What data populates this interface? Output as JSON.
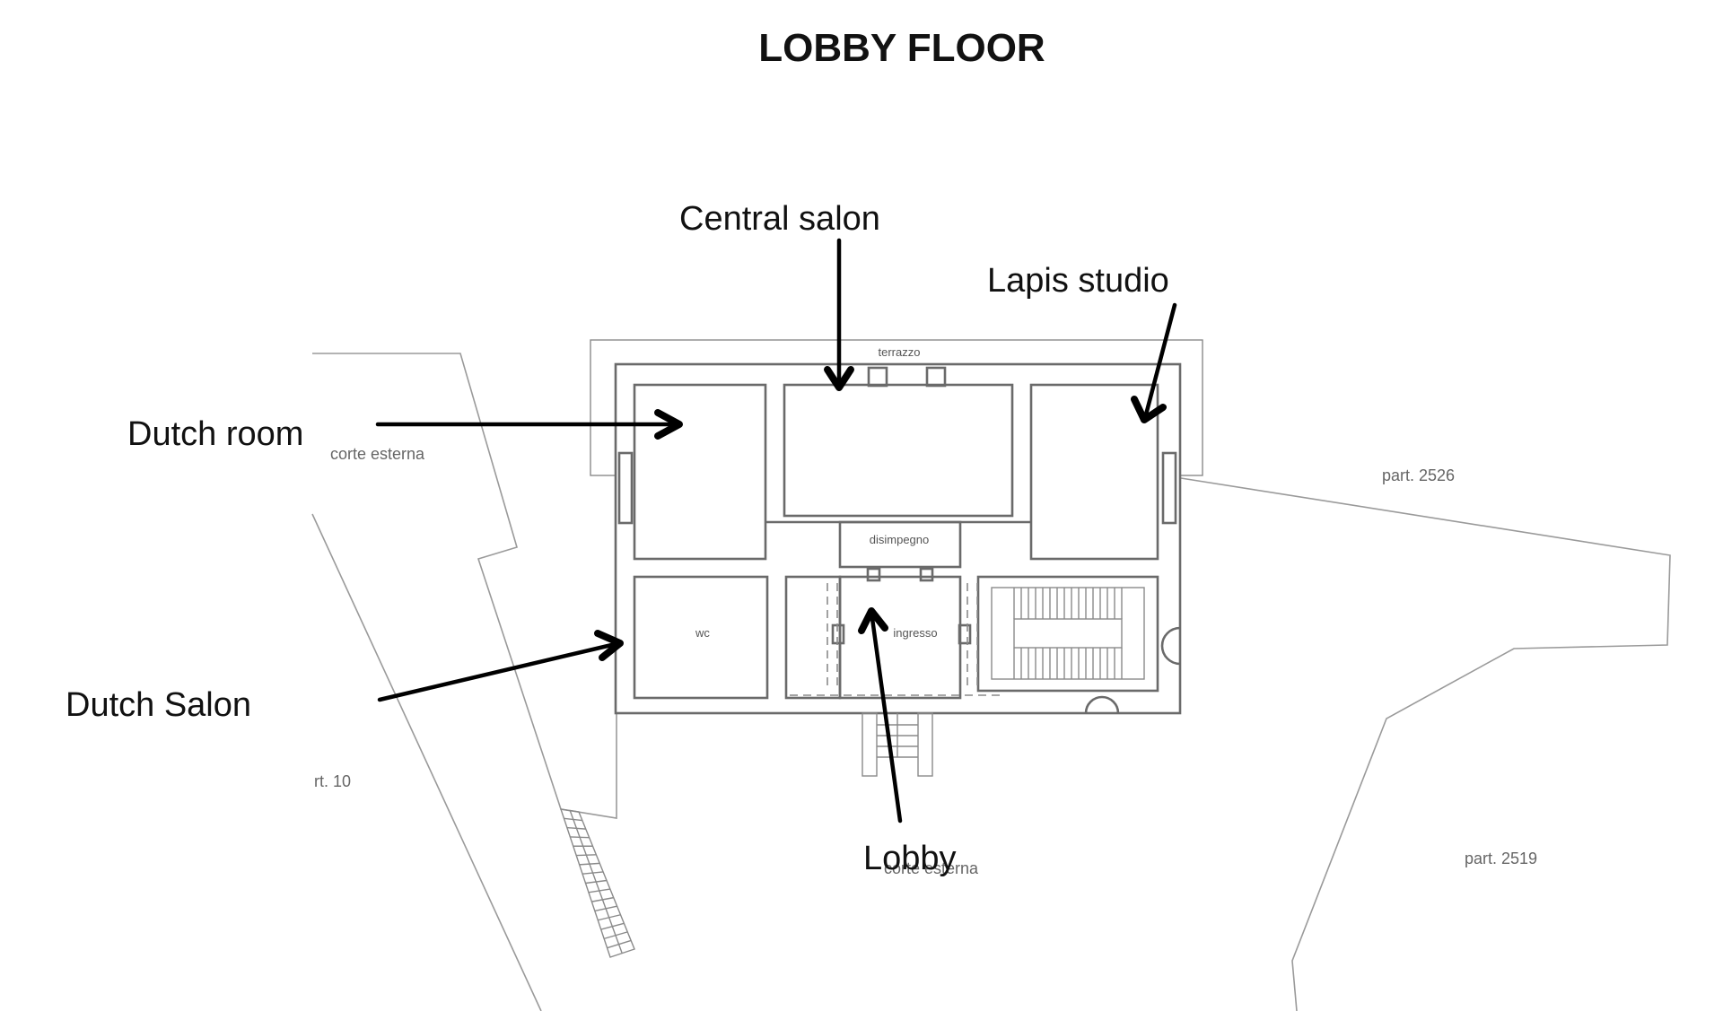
{
  "title": "LOBBY FLOOR",
  "room_labels": {
    "central_salon": "Central salon",
    "lapis_studio": "Lapis studio",
    "dutch_room": "Dutch room",
    "dutch_salon": "Dutch Salon",
    "lobby": "Lobby"
  },
  "plan_annotations": {
    "terrazzo": "terrazzo",
    "disimpegno": "disimpegno",
    "wc": "wc",
    "ingresso": "ingresso",
    "corte_esterna_left": "corte esterna",
    "corte_esterna_bottom": "corte esterna",
    "parcel_2526": "part. 2526",
    "parcel_2519": "part. 2519",
    "parcel_10": "rt. 10"
  },
  "colors": {
    "label_text": "#111111",
    "walls": "#6a6a6a",
    "parcel_lines": "#9a9a9a",
    "arrows": "#000000"
  }
}
